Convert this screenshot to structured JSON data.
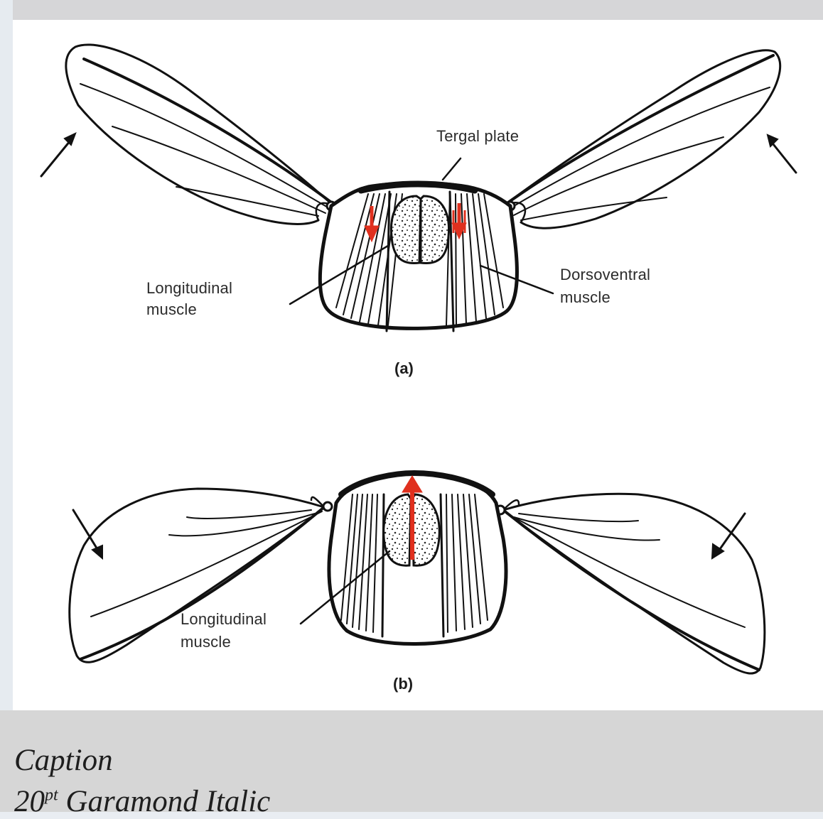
{
  "diagram": {
    "labels": {
      "tergal_plate": "Tergal plate",
      "longitudinal_a_line1": "Longitudinal",
      "longitudinal_a_line2": "muscle",
      "dorsoventral_line1": "Dorsoventral",
      "dorsoventral_line2": "muscle",
      "longitudinal_b_line1": "Longitudinal",
      "longitudinal_b_line2": "muscle"
    },
    "panel_a": "(a)",
    "panel_b": "(b)",
    "accent_color": "#e0301e"
  },
  "caption": {
    "line1": "Caption",
    "line2_prefix": "20",
    "line2_sup": "pt",
    "line2_rest": " Garamond Italic"
  }
}
